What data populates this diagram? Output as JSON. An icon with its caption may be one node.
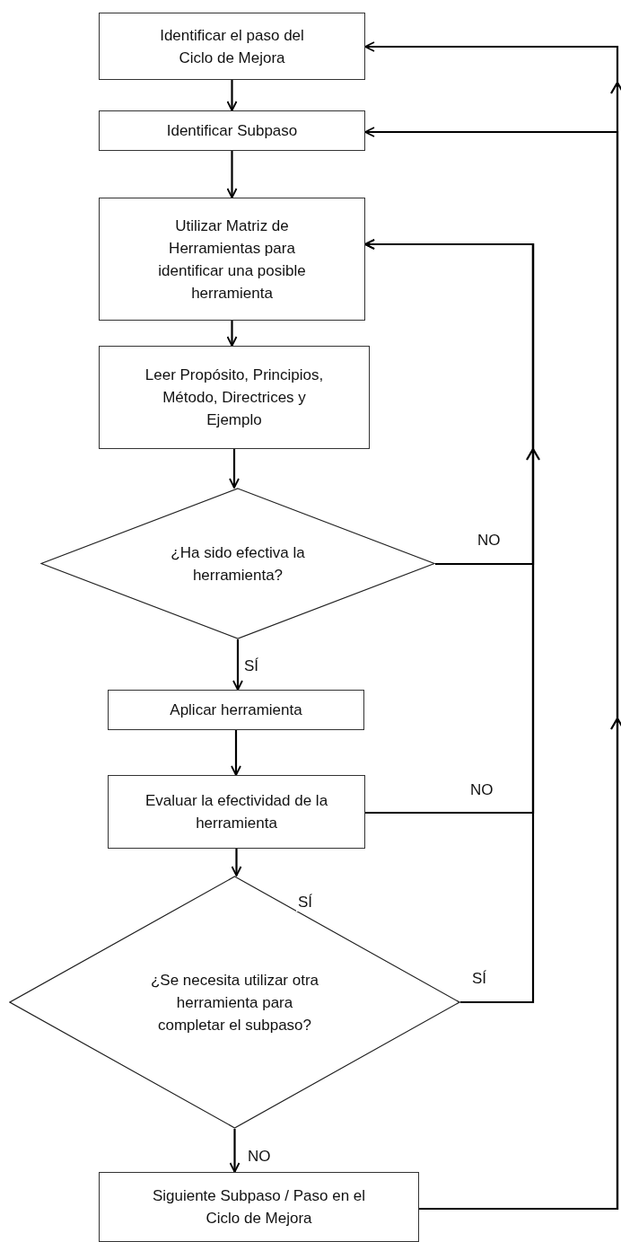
{
  "diagram": {
    "nodes": [
      {
        "text": [
          "Identificar el paso del Ciclo de Mejora"
        ]
      },
      {
        "text": [
          "Identificar Subpaso"
        ]
      },
      {
        "text": [
          "Utilizar Matriz de Herramientas para identificar una posible herramienta"
        ]
      },
      {
        "text": [
          "Leer Propósito, Principios, Método, Directrices y Ejemplo"
        ]
      },
      {
        "text": [
          "¿Ha sido efectiva la herramienta?"
        ]
      },
      {
        "text": [
          "Aplicar herramienta"
        ]
      },
      {
        "text": [
          "Evaluar la efectividad de la herramienta"
        ]
      },
      {
        "text": [
          "¿Se necesita utilizar otra herramienta para completar el subpaso?"
        ]
      },
      {
        "text": [
          "Siguiente Subpaso / Paso en el Ciclo de Mejora"
        ]
      }
    ],
    "edges": [
      {
        "from": 0,
        "to": 1,
        "arrow": "to"
      },
      {
        "from": 1,
        "to": 2,
        "arrow": "to"
      },
      {
        "from": 2,
        "to": 3,
        "arrow": "to"
      },
      {
        "from": 3,
        "to": 4,
        "arrow": "to"
      },
      {
        "from": 4,
        "to": 5,
        "arrow": "to",
        "label": "SÍ"
      },
      {
        "from": 5,
        "to": 6,
        "arrow": "to"
      },
      {
        "from": 6,
        "to": 7,
        "arrow": "to",
        "label": "SÍ"
      },
      {
        "from": 7,
        "to": 8,
        "arrow": "to",
        "label": "NO"
      },
      {
        "from": 4,
        "to": 2,
        "arrow": "to",
        "label": "NO"
      },
      {
        "from": 6,
        "to": 2,
        "arrow": "to",
        "label": "NO"
      },
      {
        "from": 7,
        "to": 2,
        "arrow": "to",
        "label": "SÍ"
      },
      {
        "from": 8,
        "to": 1,
        "arrow": "to"
      },
      {
        "from": 8,
        "to": 0,
        "arrow": "to"
      }
    ]
  }
}
